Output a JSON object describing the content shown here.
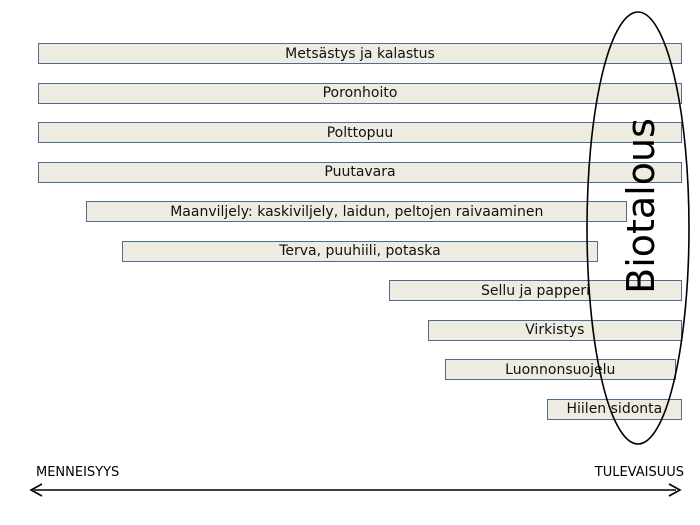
{
  "bars": [
    {
      "label": "Metsästys ja kalastus",
      "start": 0.0,
      "end": 1.0
    },
    {
      "label": "Poronhoito",
      "start": 0.0,
      "end": 1.0
    },
    {
      "label": "Polttopuu",
      "start": 0.0,
      "end": 1.0
    },
    {
      "label": "Puutavara",
      "start": 0.0,
      "end": 1.0
    },
    {
      "label": "Maanviljely: kaskiviljely, laidun, peltojen raivaaminen",
      "start": 0.075,
      "end": 0.915
    },
    {
      "label": "Terva, puuhiili, potaska",
      "start": 0.13,
      "end": 0.87
    },
    {
      "label": "Sellu ja papperi",
      "start": 0.545,
      "end": 1.0
    },
    {
      "label": "Virkistys",
      "start": 0.605,
      "end": 1.0
    },
    {
      "label": "Luonnonsuojelu",
      "start": 0.632,
      "end": 0.99
    },
    {
      "label": "Hiilen sidonta",
      "start": 0.79,
      "end": 1.0
    }
  ],
  "highlight": {
    "label": "Biotalous"
  },
  "timeline": {
    "past_label": "MENNEISYYS",
    "future_label": "TULEVAISUUS"
  },
  "colors": {
    "bar_fill": "#eeece1",
    "bar_border": "#4f6d8f",
    "outline": "#000000"
  }
}
